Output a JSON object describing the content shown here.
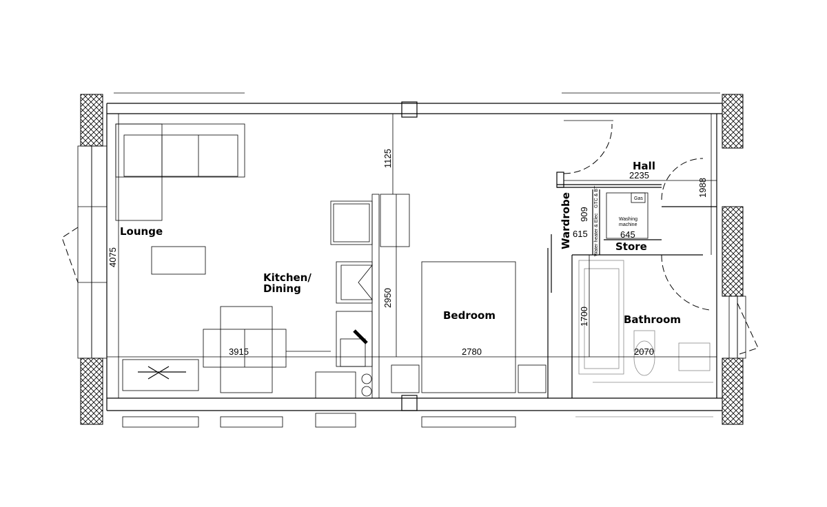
{
  "rooms": {
    "lounge": "Lounge",
    "kitchen_line1": "Kitchen/",
    "kitchen_line2": "Dining",
    "bedroom": "Bedroom",
    "hall": "Hall",
    "wardrobe": "Wardrobe",
    "store": "Store",
    "bathroom": "Bathroom"
  },
  "dimensions": {
    "lounge_height": "4075",
    "lounge_width": "3915",
    "top_depth": "1125",
    "kitchen_depth": "2950",
    "bedroom_width": "2780",
    "hall_width": "2235",
    "hall_depth": "1988",
    "wardrobe_depth": "909",
    "wardrobe_width": "615",
    "store_width": "645",
    "bath_depth": "1700",
    "bathroom_width": "2070"
  },
  "labels": {
    "gas": "Gas",
    "washing_machine_line1": "Washing",
    "washing_machine_line2": "machine",
    "gtc_bt": "GTC & BT",
    "water_heater": "Water heater & Elec"
  }
}
